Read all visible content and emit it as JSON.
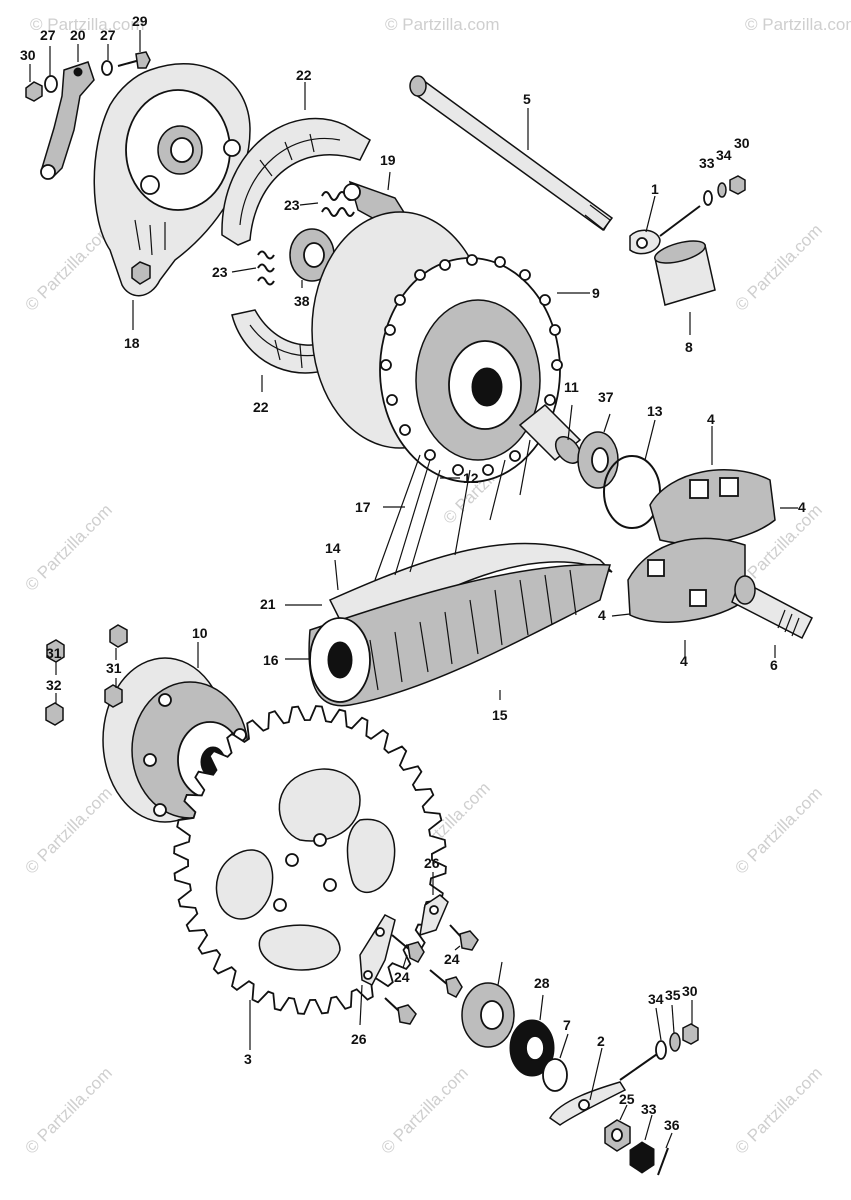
{
  "watermark": {
    "text": "© Partzilla.com",
    "color": "#cfcfcf"
  },
  "parts": [
    {
      "id": "p1",
      "label": "1"
    },
    {
      "id": "p2",
      "label": "2"
    },
    {
      "id": "p3",
      "label": "3"
    },
    {
      "id": "p4a",
      "label": "4"
    },
    {
      "id": "p4b",
      "label": "4"
    },
    {
      "id": "p4c",
      "label": "4"
    },
    {
      "id": "p4d",
      "label": "4"
    },
    {
      "id": "p5",
      "label": "5"
    },
    {
      "id": "p6",
      "label": "6"
    },
    {
      "id": "p7",
      "label": "7"
    },
    {
      "id": "p8",
      "label": "8"
    },
    {
      "id": "p9",
      "label": "9"
    },
    {
      "id": "p10",
      "label": "10"
    },
    {
      "id": "p11",
      "label": "11"
    },
    {
      "id": "p12",
      "label": "12"
    },
    {
      "id": "p13",
      "label": "13"
    },
    {
      "id": "p14",
      "label": "14"
    },
    {
      "id": "p15",
      "label": "15"
    },
    {
      "id": "p16",
      "label": "16"
    },
    {
      "id": "p17",
      "label": "17"
    },
    {
      "id": "p18",
      "label": "18"
    },
    {
      "id": "p19",
      "label": "19"
    },
    {
      "id": "p20",
      "label": "20"
    },
    {
      "id": "p21",
      "label": "21"
    },
    {
      "id": "p22a",
      "label": "22"
    },
    {
      "id": "p22b",
      "label": "22"
    },
    {
      "id": "p23a",
      "label": "23"
    },
    {
      "id": "p23b",
      "label": "23"
    },
    {
      "id": "p24a",
      "label": "24"
    },
    {
      "id": "p24b",
      "label": "24"
    },
    {
      "id": "p25",
      "label": "25"
    },
    {
      "id": "p26a",
      "label": "26"
    },
    {
      "id": "p26b",
      "label": "26"
    },
    {
      "id": "p27a",
      "label": "27"
    },
    {
      "id": "p27b",
      "label": "27"
    },
    {
      "id": "p28",
      "label": "28"
    },
    {
      "id": "p29",
      "label": "29"
    },
    {
      "id": "p30a",
      "label": "30"
    },
    {
      "id": "p30b",
      "label": "30"
    },
    {
      "id": "p30c",
      "label": "30"
    },
    {
      "id": "p31a",
      "label": "31"
    },
    {
      "id": "p31b",
      "label": "31"
    },
    {
      "id": "p32",
      "label": "32"
    },
    {
      "id": "p33a",
      "label": "33"
    },
    {
      "id": "p33b",
      "label": "33"
    },
    {
      "id": "p34a",
      "label": "34"
    },
    {
      "id": "p34b",
      "label": "34"
    },
    {
      "id": "p35",
      "label": "35"
    },
    {
      "id": "p36",
      "label": "36"
    },
    {
      "id": "p37",
      "label": "37"
    },
    {
      "id": "p38",
      "label": "38"
    }
  ]
}
